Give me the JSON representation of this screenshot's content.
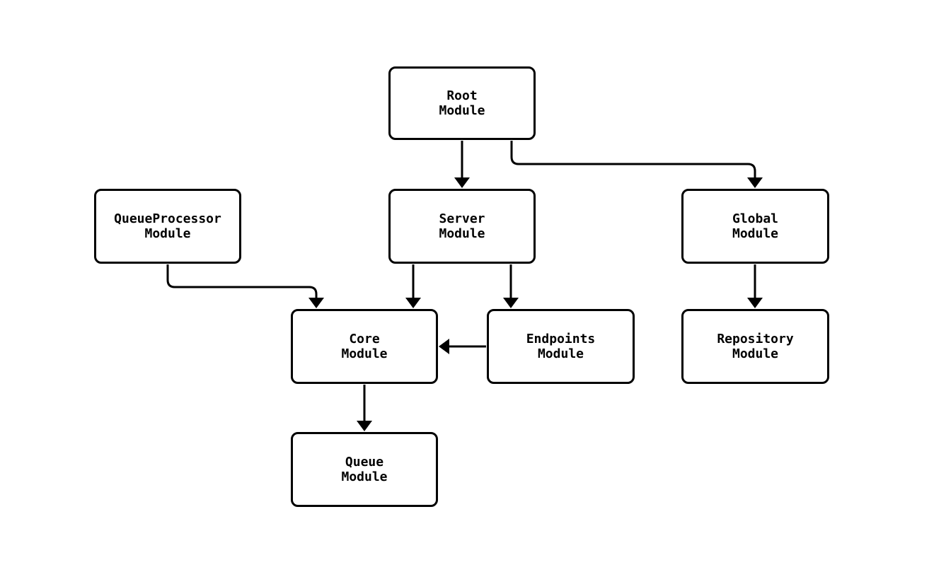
{
  "diagram": {
    "background_color": "#ffffff",
    "node_fill_color": "#ffffff",
    "node_border_color": "#000000",
    "edge_color": "#000000",
    "text_color": "#000000",
    "nodes": [
      {
        "id": "root",
        "label": "Root\nModule"
      },
      {
        "id": "queueprocessor",
        "label": "QueueProcessor\nModule"
      },
      {
        "id": "server",
        "label": "Server\nModule"
      },
      {
        "id": "global",
        "label": "Global\nModule"
      },
      {
        "id": "core",
        "label": "Core\nModule"
      },
      {
        "id": "endpoints",
        "label": "Endpoints\nModule"
      },
      {
        "id": "repository",
        "label": "Repository\nModule"
      },
      {
        "id": "queue",
        "label": "Queue\nModule"
      }
    ],
    "edges": [
      {
        "from": "root",
        "to": "server"
      },
      {
        "from": "root",
        "to": "global"
      },
      {
        "from": "queueprocessor",
        "to": "core"
      },
      {
        "from": "server",
        "to": "core"
      },
      {
        "from": "server",
        "to": "endpoints"
      },
      {
        "from": "endpoints",
        "to": "core"
      },
      {
        "from": "global",
        "to": "repository"
      },
      {
        "from": "core",
        "to": "queue"
      }
    ]
  }
}
